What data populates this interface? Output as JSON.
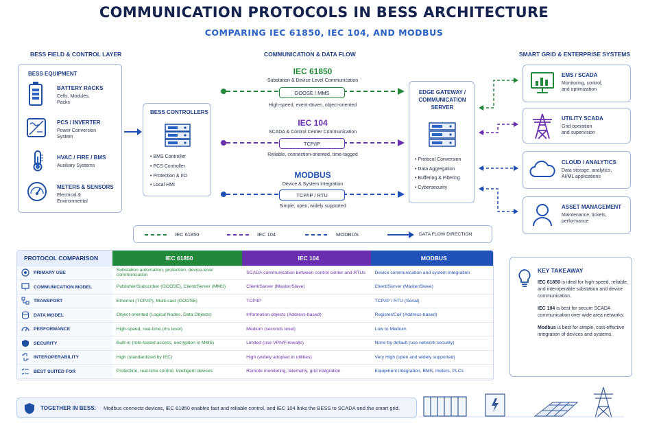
{
  "title": "COMMUNICATION PROTOCOLS IN BESS ARCHITECTURE",
  "subtitle": "COMPARING IEC 61850, IEC 104, AND MODBUS",
  "sections": {
    "field": "BESS FIELD & CONTROL LAYER",
    "flow": "COMMUNICATION & DATA FLOW",
    "grid": "SMART GRID & ENTERPRISE SYSTEMS"
  },
  "equipment": {
    "title": "BESS EQUIPMENT",
    "items": [
      {
        "name": "BATTERY RACKS",
        "desc": [
          "Cells, Modules,",
          "Packs"
        ],
        "icon": "battery-icon"
      },
      {
        "name": "PCS / INVERTER",
        "desc": [
          "Power Conversion",
          "System"
        ],
        "icon": "inverter-icon"
      },
      {
        "name": "HVAC / FIRE / BMS",
        "desc": [
          "Auxiliary Systems"
        ],
        "icon": "thermometer-icon"
      },
      {
        "name": "METERS & SENSORS",
        "desc": [
          "Electrical &",
          "Environmental"
        ],
        "icon": "gauge-icon"
      }
    ]
  },
  "controllers": {
    "title": "BESS CONTROLLERS",
    "items": [
      "BMS Controller",
      "PCS Controller",
      "Protection & I/O",
      "Local HMI"
    ]
  },
  "protocols": [
    {
      "name": "IEC 61850",
      "desc": "Substation & Device Level Communication",
      "pill": "GOOSE / MMS",
      "tag": "High-speed, event-driven, object-oriented",
      "color": "#23893a"
    },
    {
      "name": "IEC 104",
      "desc": "SCADA & Control Center Communication",
      "pill": "TCP/IP",
      "tag": "Reliable, connection-oriented, time-tagged",
      "color": "#6a2fb0"
    },
    {
      "name": "MODBUS",
      "desc": "Device & System Integration",
      "pill": "TCP/IP / RTU",
      "tag": "Simple, open, widely supported",
      "color": "#1e4fb3"
    }
  ],
  "gateway": {
    "title": [
      "EDGE GATEWAY /",
      "COMMUNICATION",
      "SERVER"
    ],
    "items": [
      "Protocol Conversion",
      "Data Aggregation",
      "Buffering & Filtering",
      "Cybersecurity"
    ]
  },
  "systems": [
    {
      "name": "EMS / SCADA",
      "desc": [
        "Monitoring, control,",
        "and optimization"
      ],
      "icon": "monitor-chart-icon",
      "color": "#23893a"
    },
    {
      "name": "UTILITY SCADA",
      "desc": [
        "Grid operation",
        "and supervision"
      ],
      "icon": "transmission-tower-icon",
      "color": "#6a2fb0"
    },
    {
      "name": "CLOUD / ANALYTICS",
      "desc": [
        "Data storage, analytics,",
        "AI/ML applications"
      ],
      "icon": "cloud-icon",
      "color": "#1e4fb3"
    },
    {
      "name": "ASSET MANAGEMENT",
      "desc": [
        "Maintenance, tickets,",
        "performance"
      ],
      "icon": "user-icon",
      "color": "#1e4fb3"
    }
  ],
  "legend": [
    {
      "label": "IEC 61850",
      "color": "#23893a",
      "style": "dashed"
    },
    {
      "label": "IEC 104",
      "color": "#6a2fb0",
      "style": "dashed"
    },
    {
      "label": "MODBUS",
      "color": "#1e4fb3",
      "style": "dashed"
    },
    {
      "label": "DATA FLOW DIRECTION",
      "color": "#1e4fb3",
      "style": "arrow"
    }
  ],
  "comparison": {
    "header": "PROTOCOL COMPARISON",
    "columns": [
      {
        "name": "IEC 61850",
        "color": "#23893a"
      },
      {
        "name": "IEC 104",
        "color": "#6a2fb0"
      },
      {
        "name": "MODBUS",
        "color": "#2152b8"
      }
    ],
    "rows": [
      {
        "label": "PRIMARY USE",
        "icon": "target-icon",
        "cells": [
          "Substation automation, protection, device-level communication",
          "SCADA communication between control center and RTUs",
          "Device communication and system integration"
        ]
      },
      {
        "label": "COMMUNICATION MODEL",
        "icon": "network-icon",
        "cells": [
          "Publisher/Subscriber (GOOSE), Client/Server (MMS)",
          "Client/Server (Master/Slave)",
          "Client/Server (Master/Slave)"
        ]
      },
      {
        "label": "TRANSPORT",
        "icon": "transport-icon",
        "cells": [
          "Ethernet (TCP/IP), Multi-cast (GOOSE)",
          "TCP/IP",
          "TCP/IP / RTU (Serial)"
        ]
      },
      {
        "label": "DATA MODEL",
        "icon": "database-icon",
        "cells": [
          "Object-oriented (Logical Nodes, Data Objects)",
          "Information objects (Address-based)",
          "Register/Coil (Address-based)"
        ]
      },
      {
        "label": "PERFORMANCE",
        "icon": "speedometer-icon",
        "cells": [
          "High-speed, real-time (ms level)",
          "Medium (seconds level)",
          "Low to Medium"
        ]
      },
      {
        "label": "SECURITY",
        "icon": "shield-icon",
        "cells": [
          "Built-in (role-based access, encryption in MMS)",
          "Limited (use VPN/Firewalls)",
          "None by default (use network security)"
        ]
      },
      {
        "label": "INTEROPERABILITY",
        "icon": "interop-icon",
        "cells": [
          "High (standardized by IEC)",
          "High (widely adopted in utilities)",
          "Very High (open and widely supported)"
        ]
      },
      {
        "label": "BEST SUITED FOR",
        "icon": "checklist-icon",
        "cells": [
          "Protection, real-time control, intelligent devices",
          "Remote monitoring, telemetry, grid integration",
          "Equipment integration, BMS, meters, PLCs"
        ]
      }
    ]
  },
  "takeaway": {
    "title": "KEY TAKEAWAY",
    "points": [
      {
        "bold": "IEC 61850",
        "text": " is ideal for high-speed, reliable, and interoperable substation and device communication."
      },
      {
        "bold": "IEC 104",
        "text": " is best for secure SCADA communication over wide area networks."
      },
      {
        "bold": "Modbus",
        "text": " is best for simple, cost-effective integration of devices and systems."
      }
    ]
  },
  "footer": {
    "label": "TOGETHER IN BESS:",
    "text": "Modbus connects devices, IEC 61850 enables fast and reliable control, and IEC 104 links the BESS to SCADA and the smart grid."
  }
}
